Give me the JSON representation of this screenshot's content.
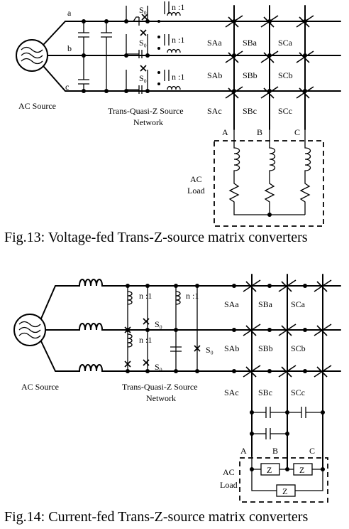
{
  "fig13": {
    "caption": "Fig.13: Voltage-fed Trans-Z-source matrix converters",
    "phase_labels": [
      "a",
      "b",
      "c"
    ],
    "source_label": "AC Source",
    "network_label_line1": "Trans-Quasi-Z Source",
    "network_label_line2": "Network",
    "switch_label": "S₀",
    "turns_ratio": "n :1",
    "matrix_switches": [
      [
        "SAa",
        "SBa",
        "SCa"
      ],
      [
        "SAb",
        "SBb",
        "SCb"
      ],
      [
        "SAc",
        "SBc",
        "SCc"
      ]
    ],
    "output_labels": [
      "A",
      "B",
      "C"
    ],
    "load_label_line1": "AC",
    "load_label_line2": "Load"
  },
  "fig14": {
    "caption": "Fig.14: Current-fed Trans-Z-source matrix converters",
    "source_label": "AC Source",
    "network_label_line1": "Trans-Quasi-Z Source",
    "network_label_line2": "Network",
    "switch_label": "S₀",
    "turns_ratio": "n :1",
    "matrix_switches": [
      [
        "SAa",
        "SBa",
        "SCa"
      ],
      [
        "SAb",
        "SBb",
        "SCb"
      ],
      [
        "SAc",
        "SBc",
        "SCc"
      ]
    ],
    "output_labels": [
      "A",
      "B",
      "C"
    ],
    "load_label_line1": "AC",
    "load_label_line2": "Load",
    "impedance_label": "Z"
  }
}
